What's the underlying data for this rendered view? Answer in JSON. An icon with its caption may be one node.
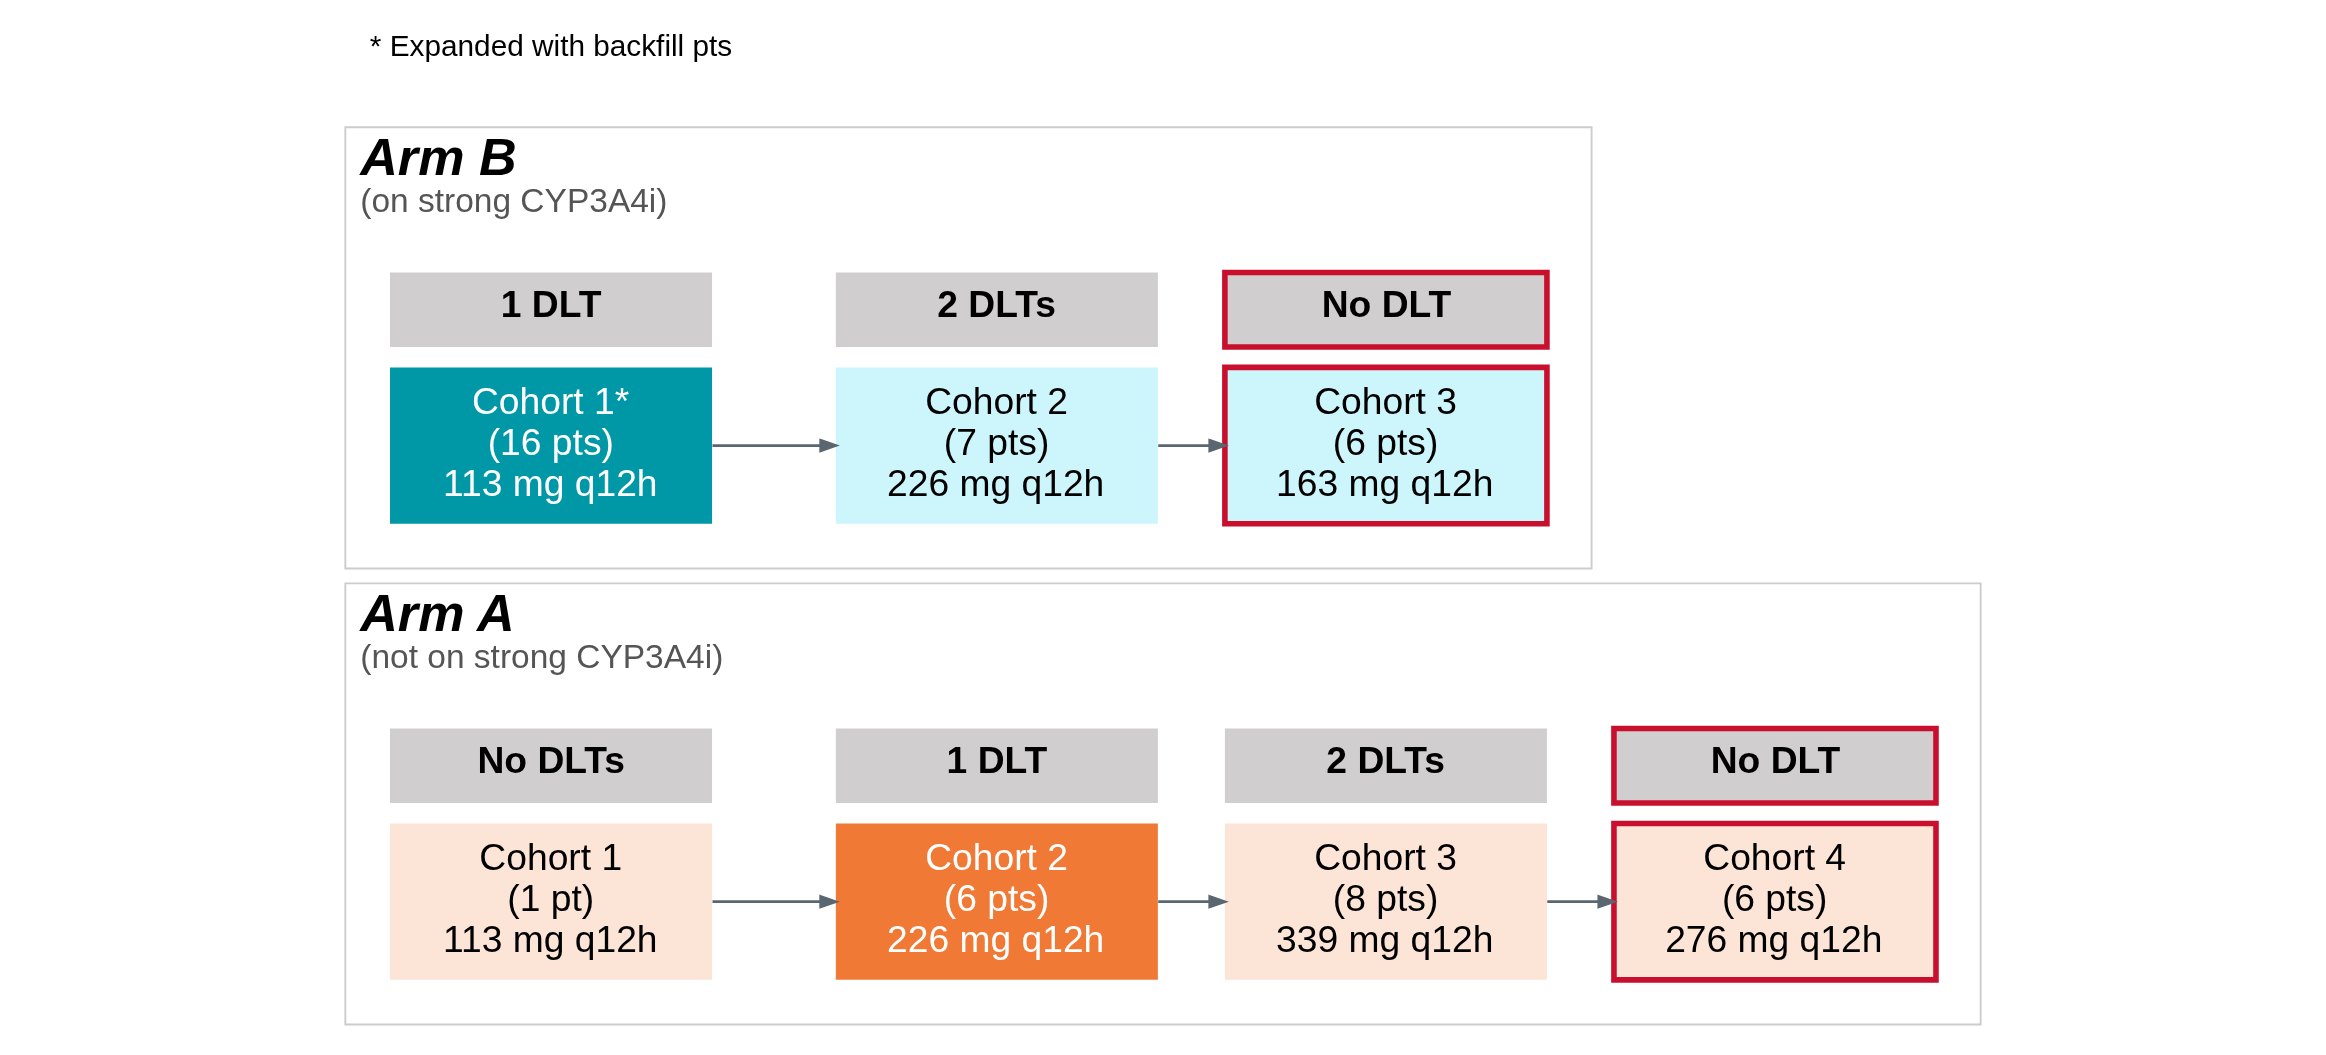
{
  "diagram": {
    "nodes": [
      {
        "text": [
          "Arm A",
          "(not on strong CYP3A4i)"
        ]
      },
      {
        "text": [
          "Cohort 1",
          "(1 pt)",
          "113 mg q12h"
        ],
        "in": 0
      },
      {
        "text": [
          "No DLTs"
        ],
        "in": 0
      },
      {
        "text": [
          "Cohort 2",
          "(6 pts)",
          "226 mg q12h"
        ],
        "in": 0
      },
      {
        "text": [
          "1 DLT"
        ],
        "in": 0
      },
      {
        "text": [
          "Cohort 3",
          "(8 pts)",
          "339 mg q12h"
        ],
        "in": 0
      },
      {
        "text": [
          "2 DLTs"
        ],
        "in": 0
      },
      {
        "text": [
          "Cohort 4",
          "(6 pts)",
          "276 mg q12h"
        ],
        "in": 0
      },
      {
        "text": [
          "No DLT"
        ],
        "in": 0
      },
      {
        "text": [
          "Arm B",
          "(on strong CYP3A4i)"
        ]
      },
      {
        "text": [
          "Cohort 1*",
          "(16 pts)",
          "113 mg q12h"
        ],
        "in": 9
      },
      {
        "text": [
          "1 DLT"
        ],
        "in": 9
      },
      {
        "text": [
          "Cohort 2",
          "(7 pts)",
          "226 mg q12h"
        ],
        "in": 9
      },
      {
        "text": [
          "2 DLTs"
        ],
        "in": 9
      },
      {
        "text": [
          "Cohort 3",
          "(6 pts)",
          "163 mg q12h"
        ],
        "in": 9
      },
      {
        "text": [
          "No DLT"
        ],
        "in": 9
      }
    ],
    "edges": [
      {
        "from": 1,
        "to": 3,
        "arrow": "to"
      },
      {
        "from": 3,
        "to": 5,
        "arrow": "to"
      },
      {
        "from": 5,
        "to": 7,
        "arrow": "to"
      },
      {
        "from": 10,
        "to": 12,
        "arrow": "to"
      },
      {
        "from": 12,
        "to": 14,
        "arrow": "to"
      }
    ],
    "labels": [
      "* Expanded with backfill pts"
    ]
  }
}
